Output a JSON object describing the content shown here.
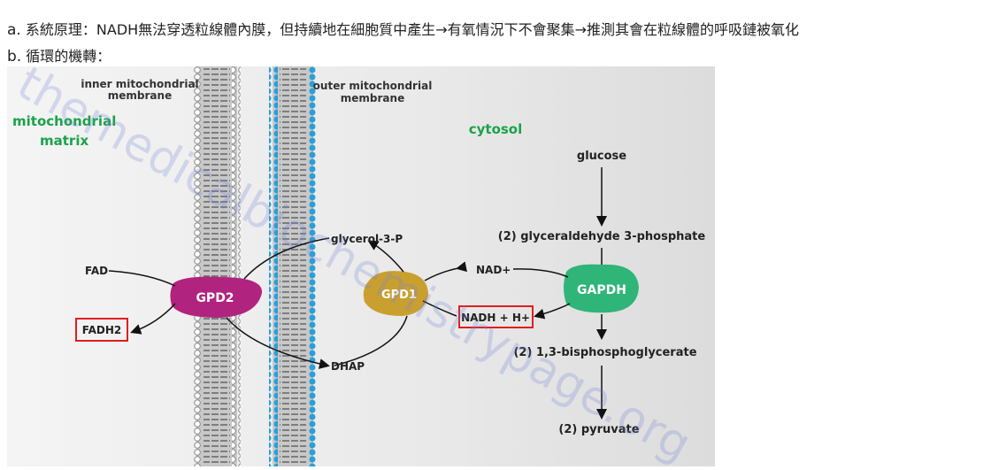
{
  "text": {
    "a_marker": "a.",
    "a_body": "系統原理：NADH無法穿透粒線體內膜，但持續地在細胞質中產生→有氧情況下不會聚集→推測其會在粒線體的呼吸鏈被氧化",
    "b_marker": "b.",
    "b_body": "循環的機轉："
  },
  "diagram": {
    "inner_membrane_label": [
      "inner mitochondrial",
      "membrane"
    ],
    "outer_membrane_label": [
      "outer mitochondrial",
      "membrane"
    ],
    "matrix_label": [
      "mitochondrial",
      "matrix"
    ],
    "cytosol_label": "cytosol",
    "glucose": "glucose",
    "g3p": "(2) glyceraldehyde 3-phosphate",
    "gapdh": "GAPDH",
    "nad": "NAD+",
    "nadh": "NADH + H+",
    "bpg": "(2) 1,3-bisphosphoglycerate",
    "pyruvate": "(2) pyruvate",
    "gpd1": "GPD1",
    "gpd2": "GPD2",
    "glycerol3p": "glycerol-3-P",
    "dhap": "DHAP",
    "fad": "FAD",
    "fadh2": "FADH2",
    "watermark": "themedicalbiochemistrypage.org",
    "colors": {
      "green_label": "#1aa34a",
      "gpd2": "#b0247f",
      "gpd1": "#c9a030",
      "gapdh": "#2fb578",
      "highlight_box": "#e01e1e",
      "outer_heads": "#2a9fd8"
    }
  }
}
